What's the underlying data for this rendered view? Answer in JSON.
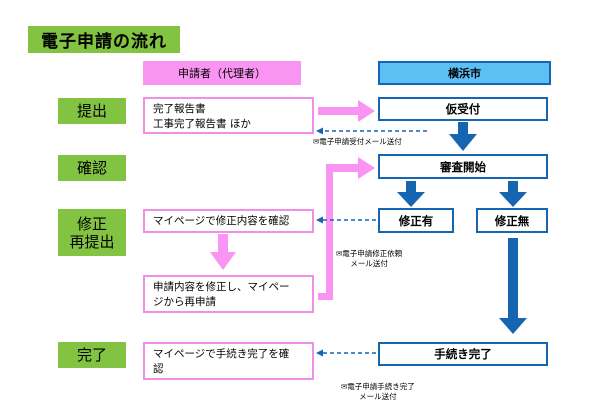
{
  "title": "電子申請の流れ",
  "lanes": {
    "applicant": "申請者（代理者）",
    "city": "横浜市"
  },
  "steps": [
    {
      "label": "提出"
    },
    {
      "label": "確認"
    },
    {
      "label": "修正\n再提出"
    },
    {
      "label": "完了"
    }
  ],
  "applicant_boxes": {
    "submit": "完了報告書\n工事完了報告書 ほか",
    "check_corrections": "マイページで修正内容を確認",
    "resubmit": "申請内容を修正し、マイペー\nジから再申請",
    "check_complete": "マイページで手続き完了を確\n認"
  },
  "city_boxes": {
    "provisional_receipt": "仮受付",
    "review_start": "審査開始",
    "corrections_needed": "修正有",
    "no_corrections": "修正無",
    "procedure_complete": "手続き完了"
  },
  "notifications": {
    "receipt_mail": "電子申請受付メール送付",
    "correction_mail": "電子申請修正依頼\nメール送付",
    "complete_mail": "電子申請手続き完了\nメール送付"
  },
  "colors": {
    "step_green": "#82c341",
    "applicant_pink": "#f994f2",
    "city_blue": "#5cc0f5",
    "arrow_blue": "#1565b0"
  }
}
